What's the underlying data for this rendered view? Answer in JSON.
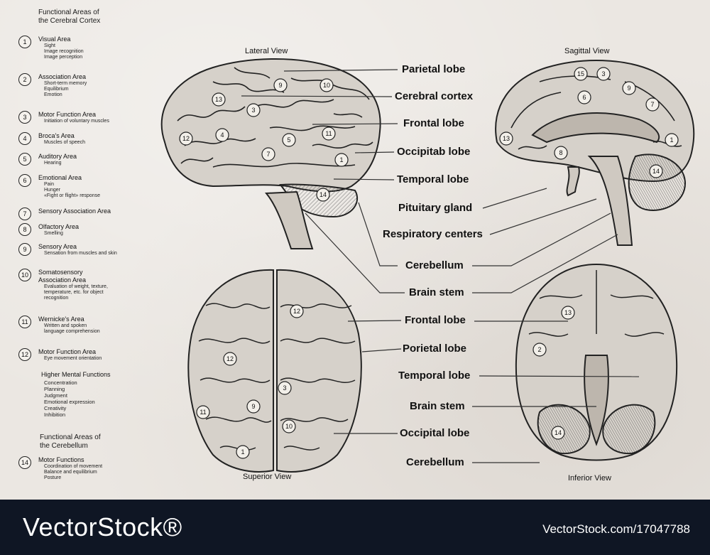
{
  "legend": {
    "title_lines": [
      "Functional Areas of",
      "the Cerebral Cortex"
    ],
    "items": [
      {
        "num": "1",
        "title": "Visual Area",
        "sub": [
          "Sight",
          "Image recognition",
          "Image perception"
        ]
      },
      {
        "num": "2",
        "title": "Association Area",
        "sub": [
          "Short-term memory",
          "Equilibrium",
          "Emotion"
        ]
      },
      {
        "num": "3",
        "title": "Motor Function Area",
        "sub": [
          "Initiation of voluntary muscles"
        ]
      },
      {
        "num": "4",
        "title": "Broca's Area",
        "sub": [
          "Muscles of speech"
        ]
      },
      {
        "num": "5",
        "title": "Auditory Area",
        "sub": [
          "Hearing"
        ]
      },
      {
        "num": "6",
        "title": "Emotional Area",
        "sub": [
          "Pain",
          "Hunger",
          "«Fight or flight» response"
        ]
      },
      {
        "num": "7",
        "title": "Sensory Association Area",
        "sub": []
      },
      {
        "num": "8",
        "title": "Olfactory Area",
        "sub": [
          "Smelling"
        ]
      },
      {
        "num": "9",
        "title": "Sensory Area",
        "sub": [
          "Sensation from muscles and skin"
        ]
      },
      {
        "num": "10",
        "title": "Somatosensory",
        "title2": "Association Area",
        "sub": [
          "Evaluation of weight, texture,",
          "temperature, etc. for object",
          "recognition"
        ]
      },
      {
        "num": "11",
        "title": "Wernicke's Area",
        "sub": [
          "Written and spoken",
          "language comprehension"
        ]
      },
      {
        "num": "12",
        "title": "Motor Function Area",
        "sub": [
          "Eye movement orientation"
        ]
      }
    ],
    "higher_mental": {
      "title": "Higher Mental Functions",
      "sub": [
        "Concentration",
        "Planning",
        "Judgment",
        "Emotional expression",
        "Creativity",
        "Inhibition"
      ]
    },
    "cerebellum_title_lines": [
      "Functional Areas of",
      "the Cerebellum"
    ],
    "item14": {
      "num": "14",
      "title": "Motor Functions",
      "sub": [
        "Coordination of movement",
        "Balance and equilibrium",
        "Posture"
      ]
    }
  },
  "views": {
    "lateral": "Lateral View",
    "sagittal": "Sagittal View",
    "superior": "Superior View",
    "inferior": "Inferior View"
  },
  "labels_top": [
    "Parietal lobe",
    "Cerebral cortex",
    "Frontal lobe",
    "Occipitab lobe",
    "Temporal lobe",
    "Pituitary gland",
    "Respiratory centers",
    "Cerebellum",
    "Brain stem"
  ],
  "labels_bottom": [
    "Frontal lobe",
    "Porietal lobe",
    "Temporal lobe",
    "Brain stem",
    "Occipital lobe",
    "Cerebellum"
  ],
  "markers": {
    "lateral": [
      "9",
      "10",
      "13",
      "3",
      "4",
      "5",
      "11",
      "12",
      "7",
      "1",
      "14"
    ],
    "sagittal": [
      "15",
      "3",
      "9",
      "6",
      "7",
      "13",
      "8",
      "1",
      "14"
    ],
    "superior": [
      "12",
      "12",
      "3",
      "9",
      "11",
      "10",
      "1"
    ],
    "inferior": [
      "13",
      "2",
      "14"
    ]
  },
  "watermark": {
    "brand": "VectorStock®",
    "credit": "VectorStock.com/17047788"
  }
}
